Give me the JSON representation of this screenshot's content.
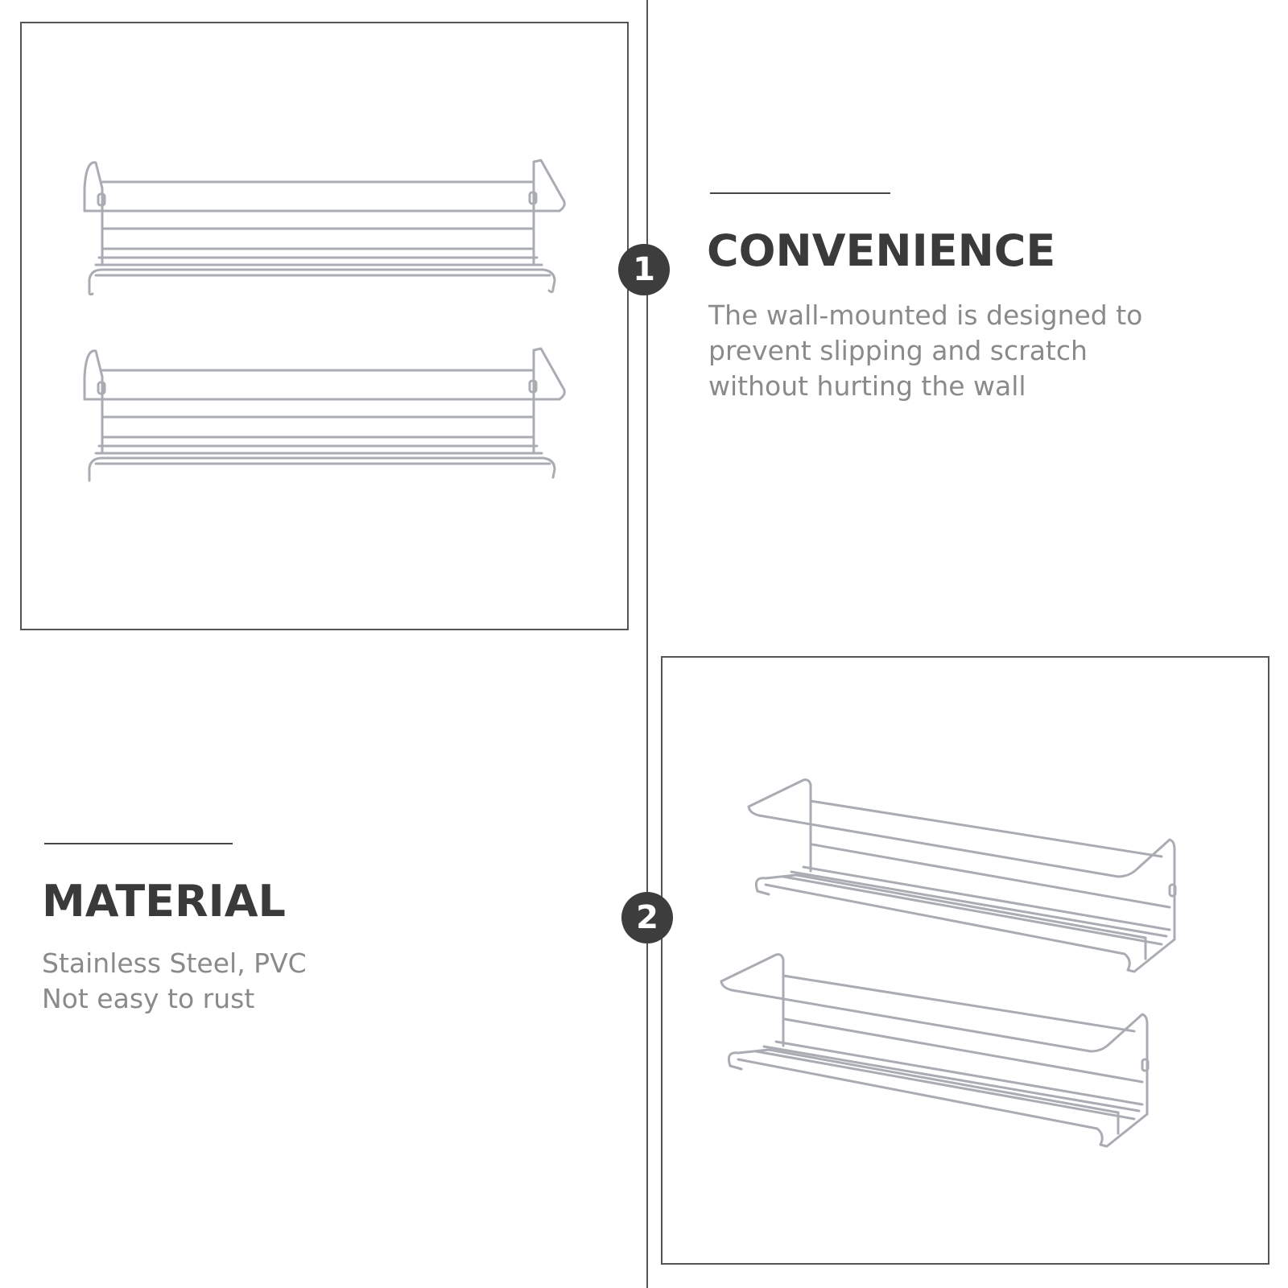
{
  "section_1": {
    "number": "1",
    "title": "CONVENIENCE",
    "lines": [
      "The wall-mounted is designed to",
      "prevent slipping and scratch",
      "without hurting the wall"
    ]
  },
  "section_2": {
    "number": "2",
    "title": "MATERIAL",
    "lines": [
      "Stainless Steel, PVC",
      "Not easy to rust"
    ]
  },
  "colors": {
    "badge": "#3d3d3d",
    "heading": "#3a3a3a",
    "description": "#8a8a8a",
    "frame_border": "#555555",
    "chrome": "#b8bcc2"
  },
  "icons": {
    "rack_front_view": "spice-rack-icon",
    "rack_angled_view": "spice-rack-icon"
  }
}
